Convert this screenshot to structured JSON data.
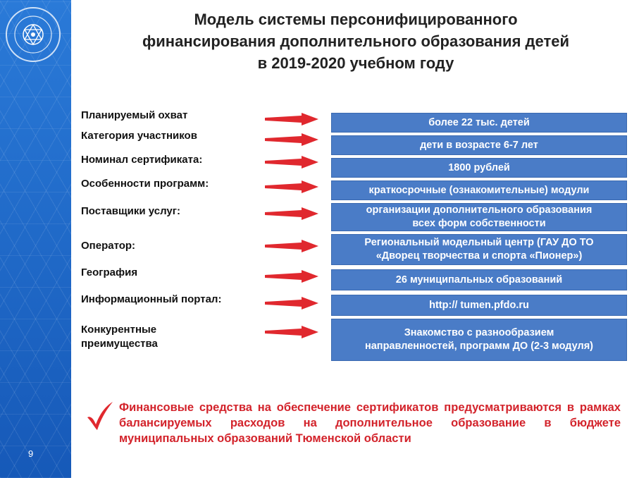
{
  "slide": {
    "title_line1": "Модель системы персонифицированного",
    "title_line2": "финансирования дополнительного образования детей",
    "title_line3": "в 2019-2020 учебном году",
    "page_number": "9"
  },
  "rows": [
    {
      "label": "Планируемый охват",
      "value": "более 22 тыс. детей"
    },
    {
      "label": "Категория участников",
      "value": "дети в возрасте 6-7 лет"
    },
    {
      "label": "Номинал сертификата:",
      "value": "1800 рублей"
    },
    {
      "label": "Особенности программ:",
      "value": "краткосрочные (ознакомительные) модули"
    },
    {
      "label": "Поставщики услуг:",
      "value_line1": "организации дополнительного образования",
      "value_line2": "всех форм собственности"
    },
    {
      "label": "Оператор:",
      "value_line1": "Региональный модельный центр (ГАУ ДО ТО",
      "value_line2": "«Дворец творчества и спорта «Пионер»)"
    },
    {
      "label": "География",
      "value": "26 муниципальных образований"
    },
    {
      "label": "Информационный портал:",
      "value": "http:// tumen.pfdo.ru"
    },
    {
      "label_line1": "Конкурентные",
      "label_line2": "преимущества",
      "value_line1": "Знакомство с разнообразием",
      "value_line2": "направленностей, программ ДО (2-3 модуля)"
    }
  ],
  "footer": {
    "text": "Финансовые средства на обеспечение сертификатов предусматриваются в рамках балансируемых расходов на дополнительное образование в бюджете муниципальных образований Тюменской области"
  },
  "colors": {
    "sidebar": "#1f6fd0",
    "box": "#4a7cc7",
    "arrow": "#e0282e",
    "footer_text": "#d3232b"
  },
  "icons": {
    "logo": "regional-model-center-logo",
    "arrow": "red-arrow-icon",
    "check": "red-check-icon"
  }
}
